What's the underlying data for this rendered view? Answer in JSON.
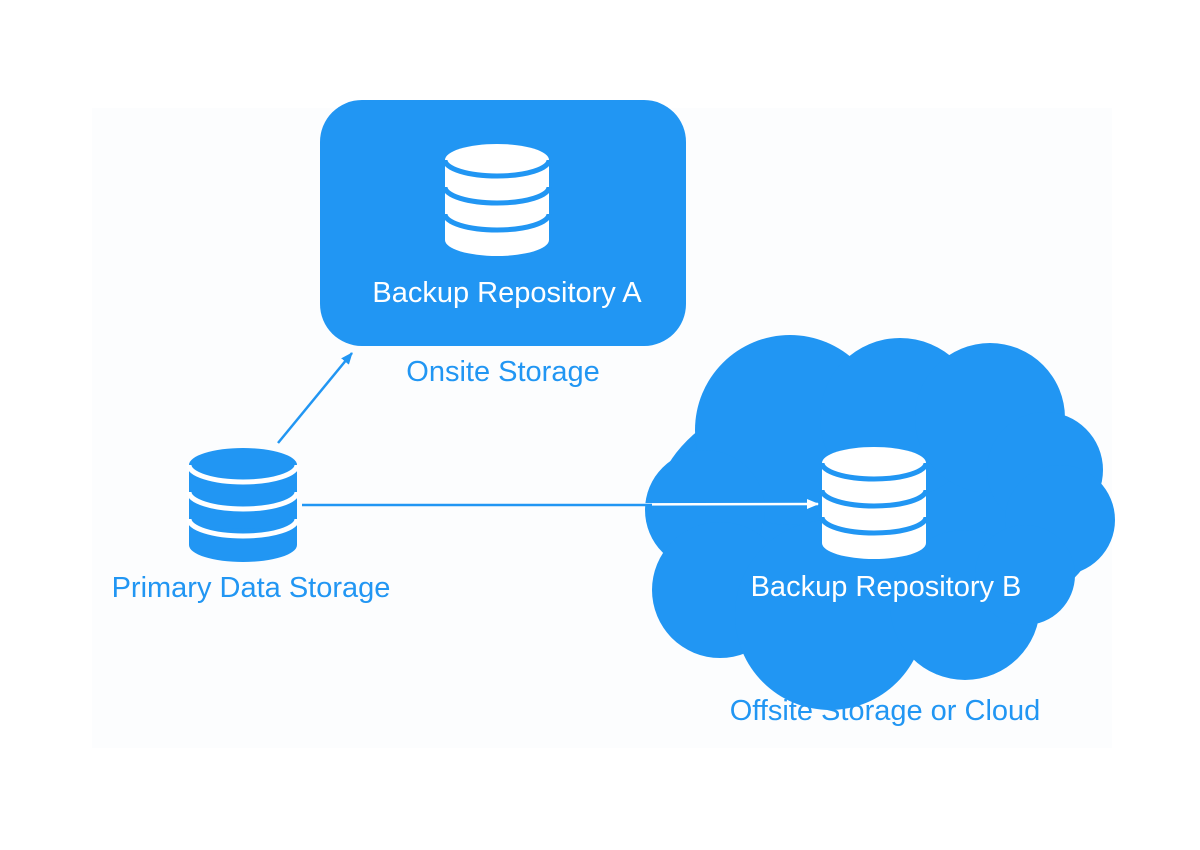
{
  "colors": {
    "accent": "#2196F3",
    "on_accent": "#ffffff",
    "background": "#ffffff"
  },
  "nodes": {
    "primary": {
      "label": "Primary Data Storage",
      "icon": "database-icon"
    },
    "repo_a": {
      "label": "Backup Repository A",
      "caption": "Onsite Storage",
      "icon": "database-icon",
      "container": "rounded-rectangle"
    },
    "repo_b": {
      "label": "Backup Repository B",
      "caption": "Offsite Storage or Cloud",
      "icon": "database-icon",
      "container": "cloud"
    }
  },
  "edges": [
    {
      "from": "primary",
      "to": "repo_a"
    },
    {
      "from": "primary",
      "to": "repo_b"
    }
  ]
}
